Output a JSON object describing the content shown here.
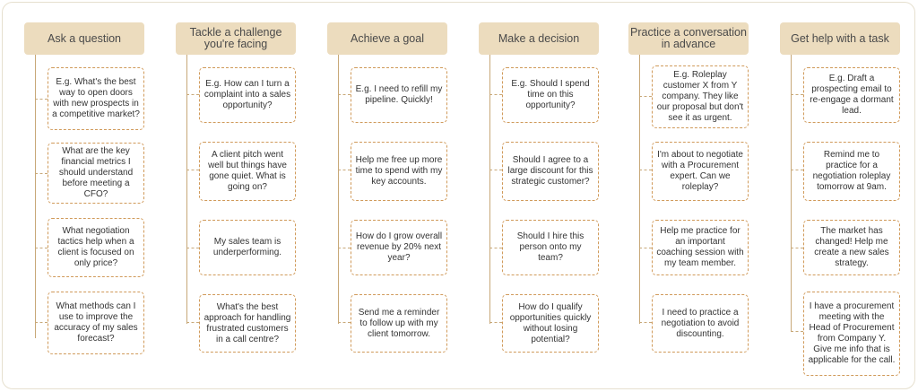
{
  "columns": [
    {
      "title": "Ask a question",
      "cards": [
        "E.g. What's the best way to open doors with new prospects in a competitive market?",
        "What are the key financial metrics I should understand before meeting a CFO?",
        "What negotiation tactics help when a client is focused on only price?",
        "What methods can I use to improve the accuracy of my sales forecast?"
      ]
    },
    {
      "title": "Tackle a challenge you're facing",
      "cards": [
        "E.g. How can I turn a complaint into a sales opportunity?",
        "A client pitch went well but things have gone quiet. What is going on?",
        "My sales team is underperforming.",
        "What's the best approach for handling frustrated customers in a call centre?"
      ]
    },
    {
      "title": "Achieve a goal",
      "cards": [
        "E.g. I need to refill my pipeline. Quickly!",
        "Help me free up more time to spend with my key accounts.",
        "How do I grow overall revenue by 20% next year?",
        "Send me a reminder to follow up with my client tomorrow."
      ]
    },
    {
      "title": "Make a decision",
      "cards": [
        "E.g. Should I spend time on this opportunity?",
        "Should I agree to a large discount for this strategic customer?",
        "Should I hire this person onto my team?",
        "How do I qualify opportunities quickly without losing potential?"
      ]
    },
    {
      "title": "Practice a conversation in advance",
      "cards": [
        "E.g. Roleplay customer X from Y company. They like our proposal but don't see it as urgent.",
        "I'm about to negotiate with a Procurement expert. Can we roleplay?",
        "Help me practice for an important coaching session with my team member.",
        "I need to practice a negotiation to avoid discounting."
      ]
    },
    {
      "title": "Get help with a task",
      "cards": [
        "E.g. Draft a prospecting email to re-engage a dormant lead.",
        "Remind me to practice for a negotiation roleplay tomorrow at 9am.",
        "The market has changed! Help me create a new sales strategy.",
        "I have a procurement meeting with the Head of Procurement from Company Y. Give me info that is applicable for the call."
      ]
    }
  ]
}
